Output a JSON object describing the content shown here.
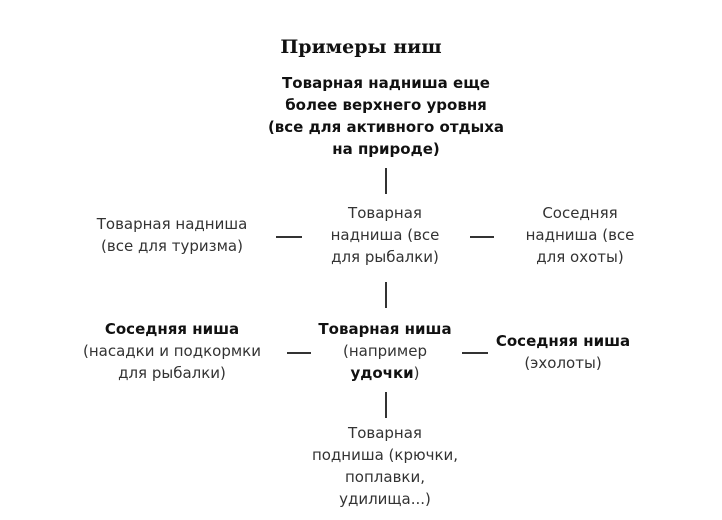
{
  "title": "Примеры ниш",
  "top": {
    "lines": [
      "Товарная надниша еще",
      "более верхнего уровня",
      "(все для активного отдыха",
      "на природе)"
    ]
  },
  "middle_left": {
    "lines": [
      "Товарная надниша",
      "(все для туризма)"
    ]
  },
  "middle_center": {
    "lines": [
      "Товарная",
      "надниша (все",
      "для рыбалки)"
    ]
  },
  "middle_right": {
    "lines": [
      "Соседняя",
      "надниша (все",
      "для охоты)"
    ]
  },
  "bottom_left": {
    "heading": "Соседняя ниша",
    "lines": [
      "(насадки и подкормки",
      "для рыбалки)"
    ]
  },
  "bottom_center": {
    "heading": "Товарная ниша",
    "line2": "(например",
    "line3_bold": "удочки",
    "line3_rest": ")"
  },
  "bottom_right": {
    "heading": "Соседняя ниша",
    "lines": [
      "(эхолоты)"
    ]
  },
  "sub": {
    "lines": [
      "Товарная",
      "подниша (крючки,",
      "поплавки,",
      "удилища...)"
    ]
  }
}
